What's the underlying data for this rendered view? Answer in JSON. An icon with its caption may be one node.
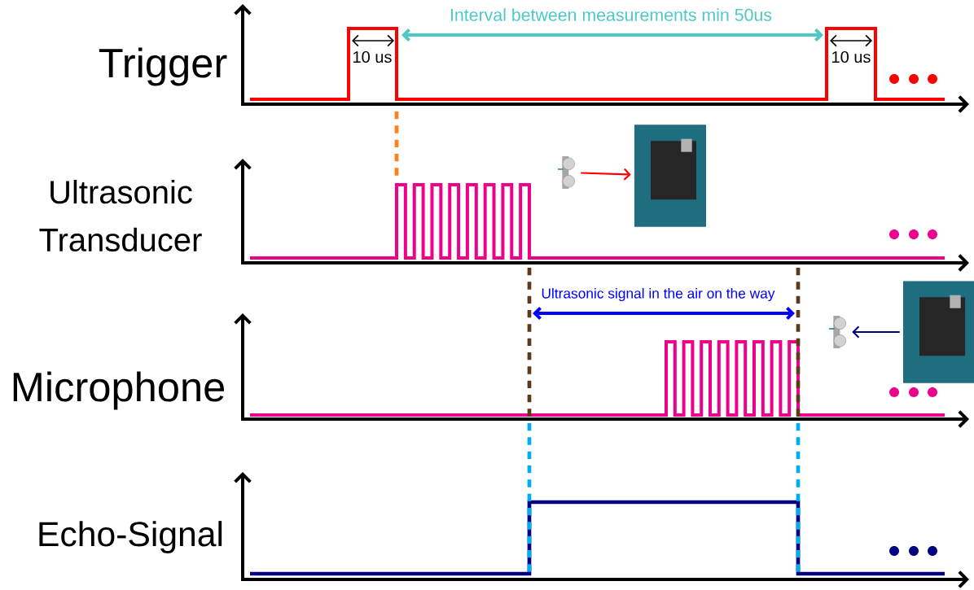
{
  "diagram": {
    "nodes": [
      {
        "text": [],
        "shape": "picture"
      },
      {
        "text": [],
        "shape": "picture"
      },
      {
        "text": [],
        "shape": "picture"
      },
      {
        "text": [],
        "shape": "picture"
      }
    ],
    "edges": [
      {
        "from": 0,
        "to": 1,
        "arrow": "to",
        "color": "#ff0000"
      },
      {
        "from": 3,
        "to": 2,
        "arrow": "to",
        "color": "#000080"
      }
    ],
    "labels": [
      "Interval between measurements min 50us",
      "Trigger",
      "10 us",
      "10 us",
      "Ultrasonic Transducer",
      "Ultrasonic signal in the air on the way",
      "Microphone",
      "Echo-Signal"
    ]
  }
}
